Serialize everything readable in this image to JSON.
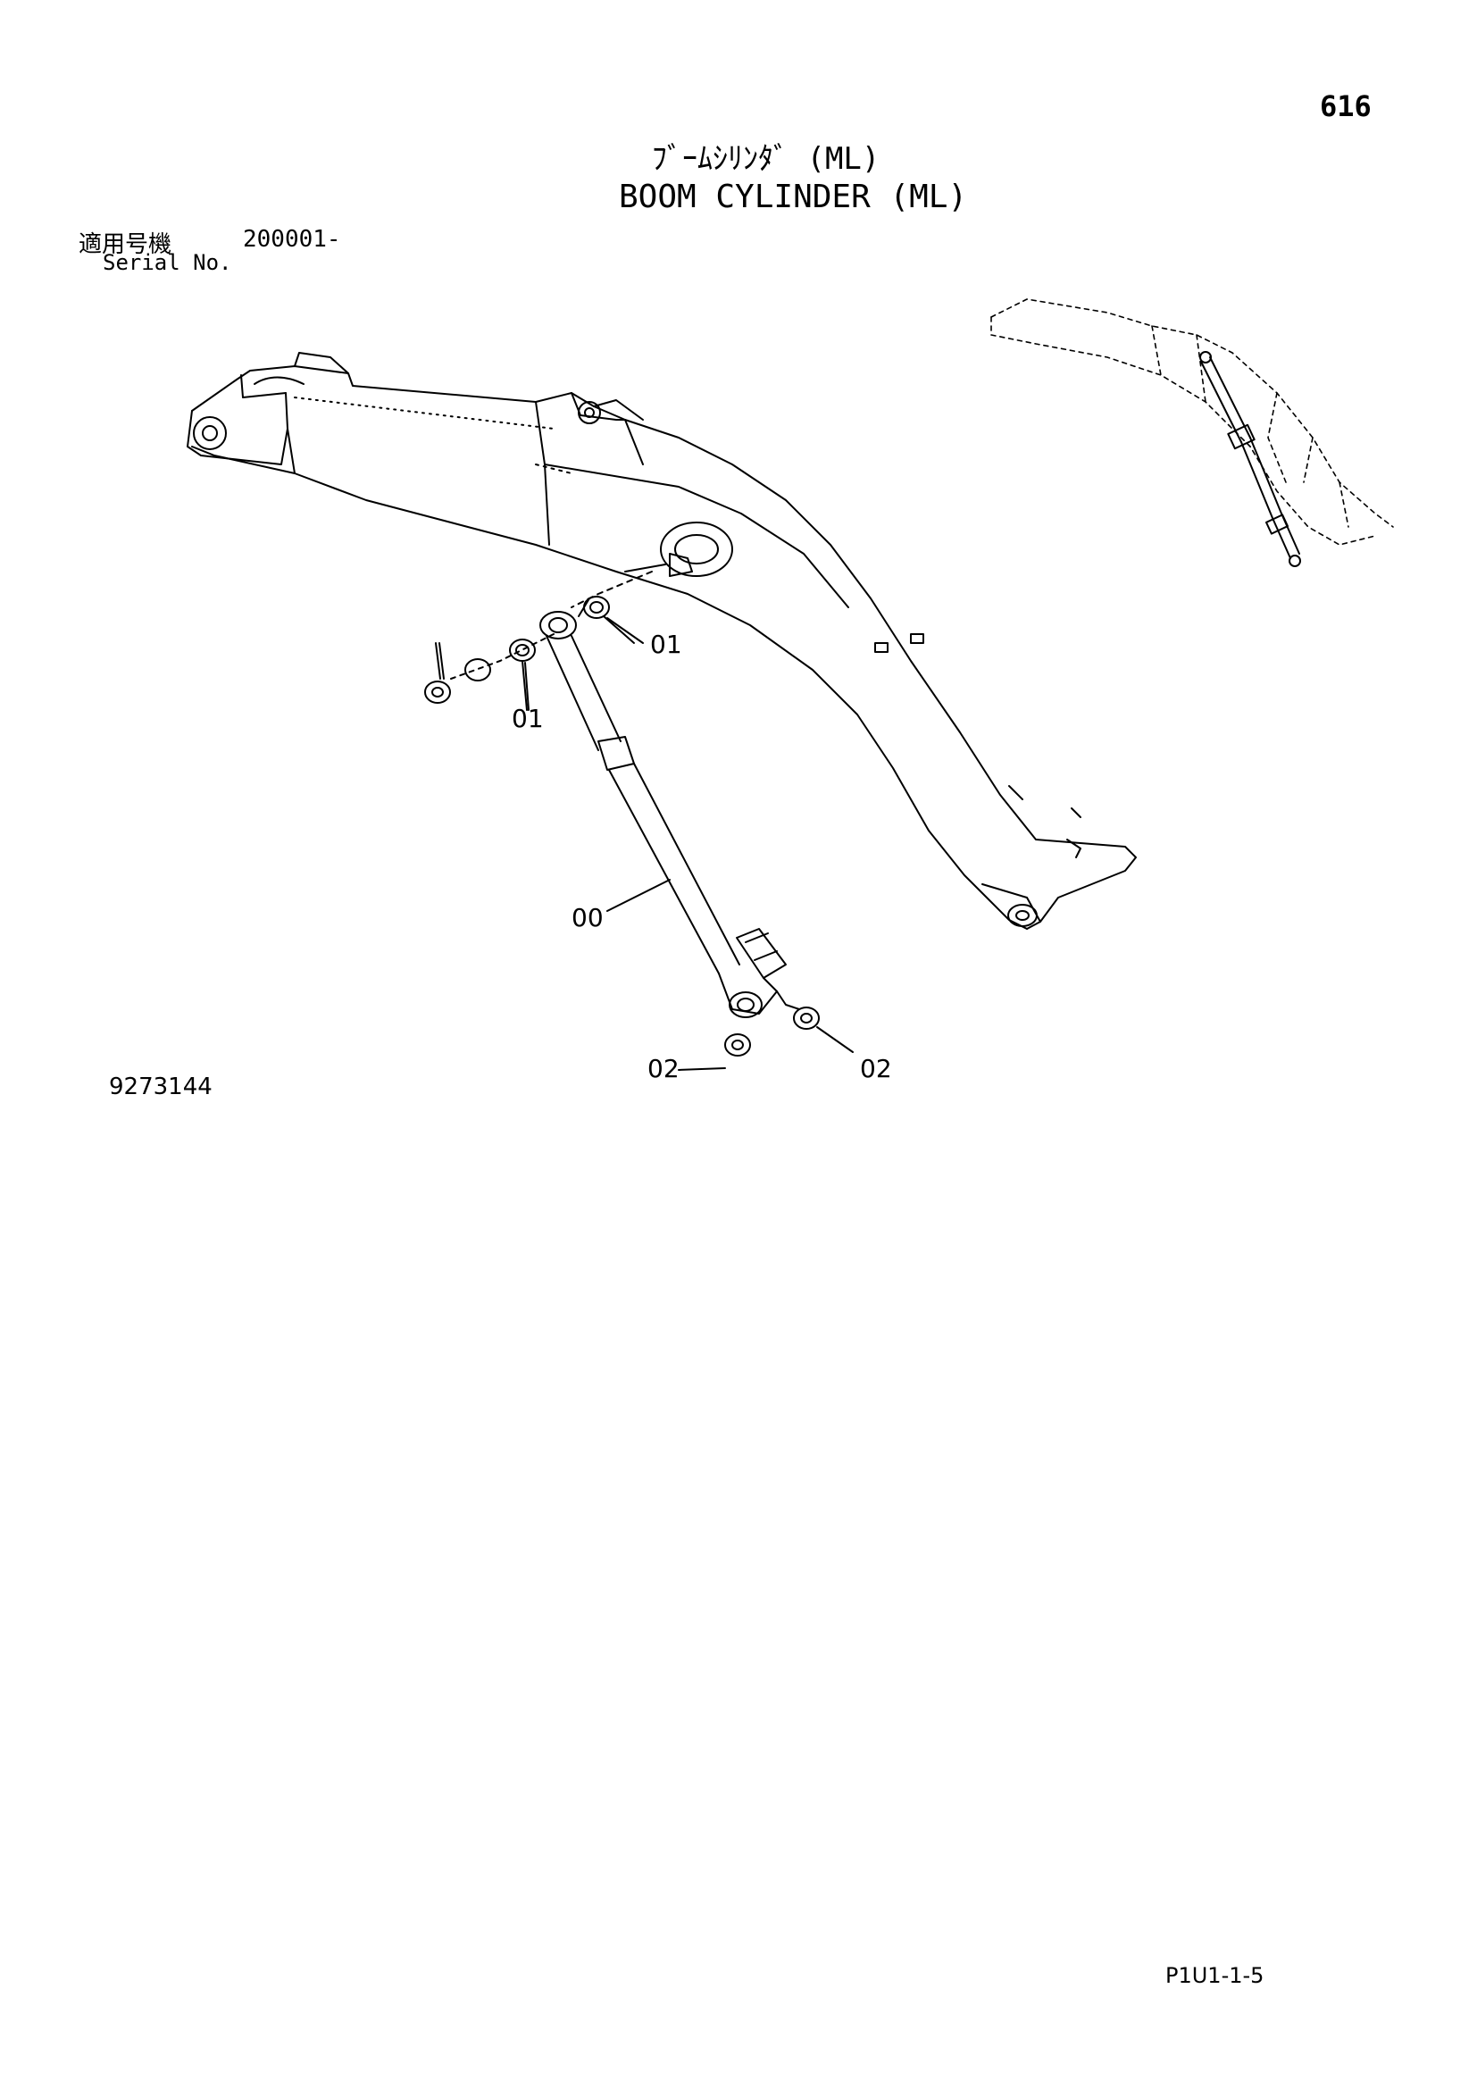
{
  "page": {
    "number": "616",
    "title_jp": "ﾌﾞｰﾑｼﾘﾝﾀﾞ (ML)",
    "title_en": "BOOM CYLINDER (ML)",
    "serial_label_jp": "適用号機",
    "serial_value": "200001-",
    "serial_label_en": "Serial No.",
    "drawing_number": "9273144",
    "page_code": "P1U1-1-5"
  },
  "callouts": [
    {
      "id": "01",
      "label": "01"
    },
    {
      "id": "01b",
      "label": "01"
    },
    {
      "id": "00",
      "label": "00"
    },
    {
      "id": "02a",
      "label": "02"
    },
    {
      "id": "02b",
      "label": "02"
    }
  ],
  "colors": {
    "line": "#000000",
    "background": "#ffffff"
  }
}
